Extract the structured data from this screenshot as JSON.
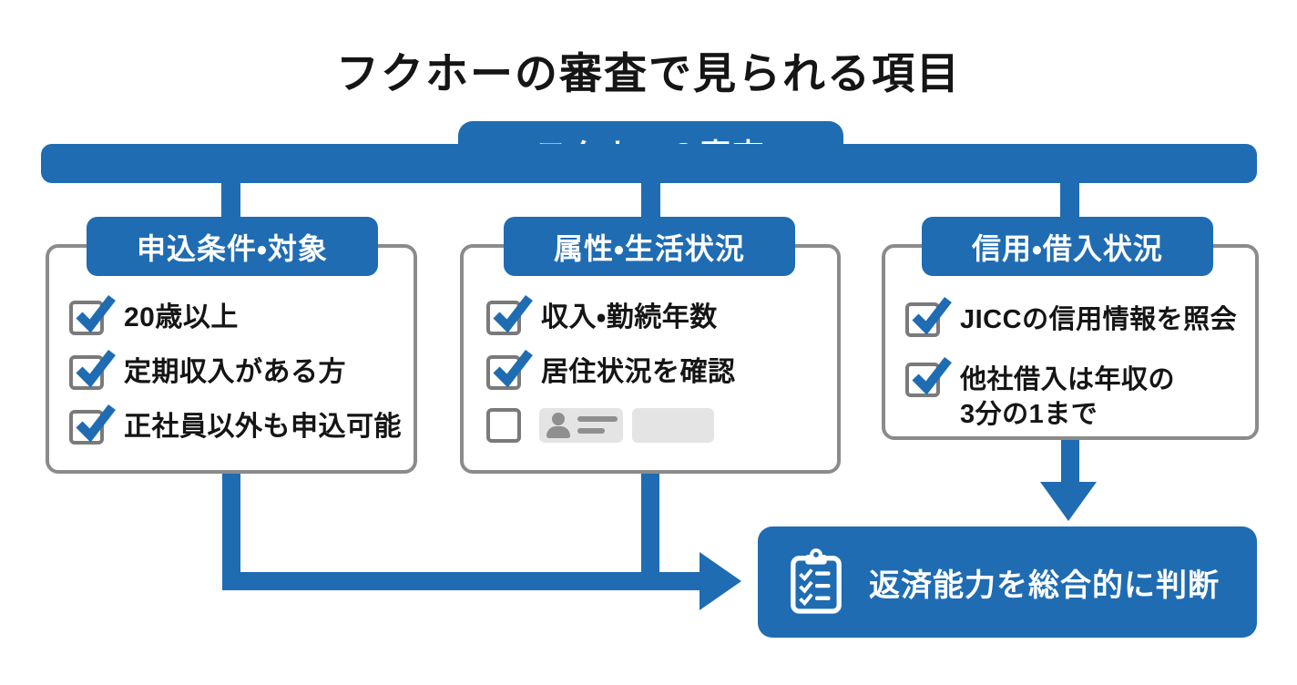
{
  "title": "フクホーの審査で見られる項目",
  "flow": {
    "root": {
      "label": "フクホーの審査"
    },
    "branches": [
      {
        "header": "申込条件・対象",
        "items": [
          {
            "label": "20歳以上",
            "checked": true
          },
          {
            "label": "定期収入がある方",
            "checked": true
          },
          {
            "label": "正社員以外も申込可能",
            "checked": true
          }
        ]
      },
      {
        "header": "属性・生活状況",
        "items": [
          {
            "label": "収入・勤続年数",
            "checked": true
          },
          {
            "label": "居住状況を確認",
            "checked": true
          },
          {
            "label": "",
            "checked": false,
            "placeholder": "redacted-id-card"
          }
        ]
      },
      {
        "header": "信用・借入状況",
        "items": [
          {
            "label": "JICCの信用情報を照会",
            "checked": true
          },
          {
            "label": "他社借入は年収の\n3分の1まで",
            "checked": true
          }
        ]
      }
    ],
    "result": {
      "label": "返済能力を総合的に判断",
      "icon": "clipboard-checklist-icon"
    }
  },
  "icons": {
    "check": "check-icon",
    "empty_checkbox": "empty-checkbox",
    "id_card": "id-card-placeholder-icon",
    "person": "person-icon",
    "clipboard": "clipboard-checklist-icon",
    "arrow_right": "arrow-right-icon",
    "arrow_down": "arrow-down-icon"
  },
  "colors": {
    "accent_blue": "#1f6cb3",
    "border_gray": "#8b8b8b",
    "checkbox_gray": "#7a7a7a",
    "text_black": "#151515",
    "placeholder_bg": "#e4e4e4",
    "placeholder_fg": "#8f8f8f",
    "white": "#ffffff"
  }
}
